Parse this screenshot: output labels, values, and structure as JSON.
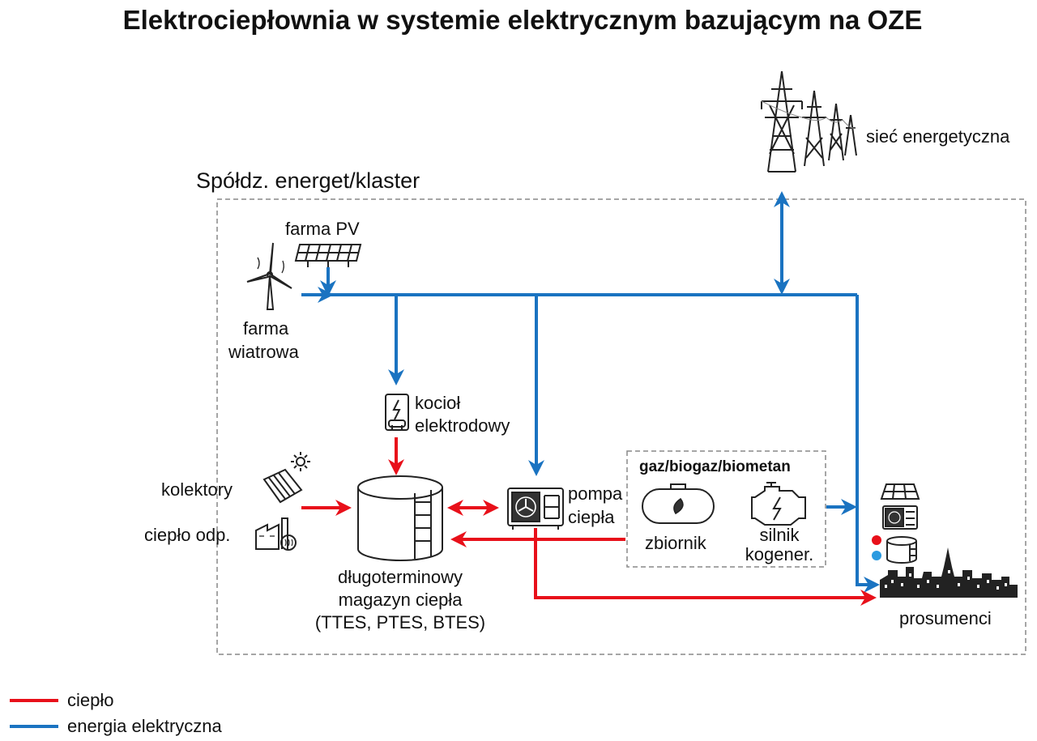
{
  "title": "Elektrociepłownia w systemie elektrycznym bazującym na OZE",
  "cluster_label": "Spółdz. energet/klaster",
  "nodes": {
    "grid": "sieć energetyczna",
    "pv_farm": "farma PV",
    "wind_farm_1": "farma",
    "wind_farm_2": "wiatrowa",
    "boiler_1": "kocioł",
    "boiler_2": "elektrodowy",
    "collectors": "kolektory",
    "waste_heat": "ciepło odp.",
    "storage_1": "długoterminowy",
    "storage_2": "magazyn ciepła",
    "storage_3": "(TTES, PTES, BTES)",
    "heat_pump_1": "pompa",
    "heat_pump_2": "ciepła",
    "gas_group": "gaz/biogaz/biometan",
    "tank": "zbiornik",
    "engine_1": "silnik",
    "engine_2": "kogener.",
    "prosumers": "prosumenci"
  },
  "legend": {
    "heat": "ciepło",
    "electric": "energia elektryczna"
  },
  "colors": {
    "heat": "#e8101a",
    "electric": "#1a73c1"
  },
  "icons": [
    "power-pylon-icon",
    "solar-panel-icon",
    "wind-turbine-icon",
    "electrode-boiler-icon",
    "sun-icon",
    "solar-collector-icon",
    "factory-icon",
    "heat-storage-tank-icon",
    "heat-pump-icon",
    "gas-tank-icon",
    "engine-icon",
    "town-icon"
  ]
}
